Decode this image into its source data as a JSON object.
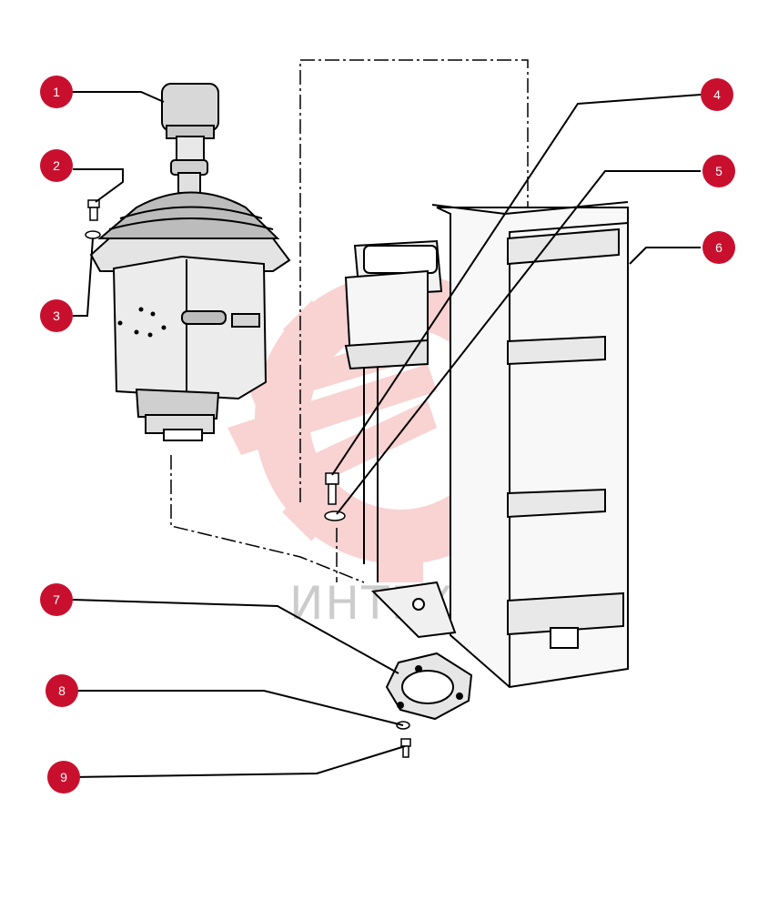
{
  "diagram": {
    "watermark_text": "ИНТЕХ",
    "watermark_color": "#f08080",
    "callout_color": "#c8102e",
    "callouts": [
      {
        "label": "1"
      },
      {
        "label": "2"
      },
      {
        "label": "3"
      },
      {
        "label": "4"
      },
      {
        "label": "5"
      },
      {
        "label": "6"
      },
      {
        "label": "7"
      },
      {
        "label": "8"
      },
      {
        "label": "9"
      }
    ]
  }
}
